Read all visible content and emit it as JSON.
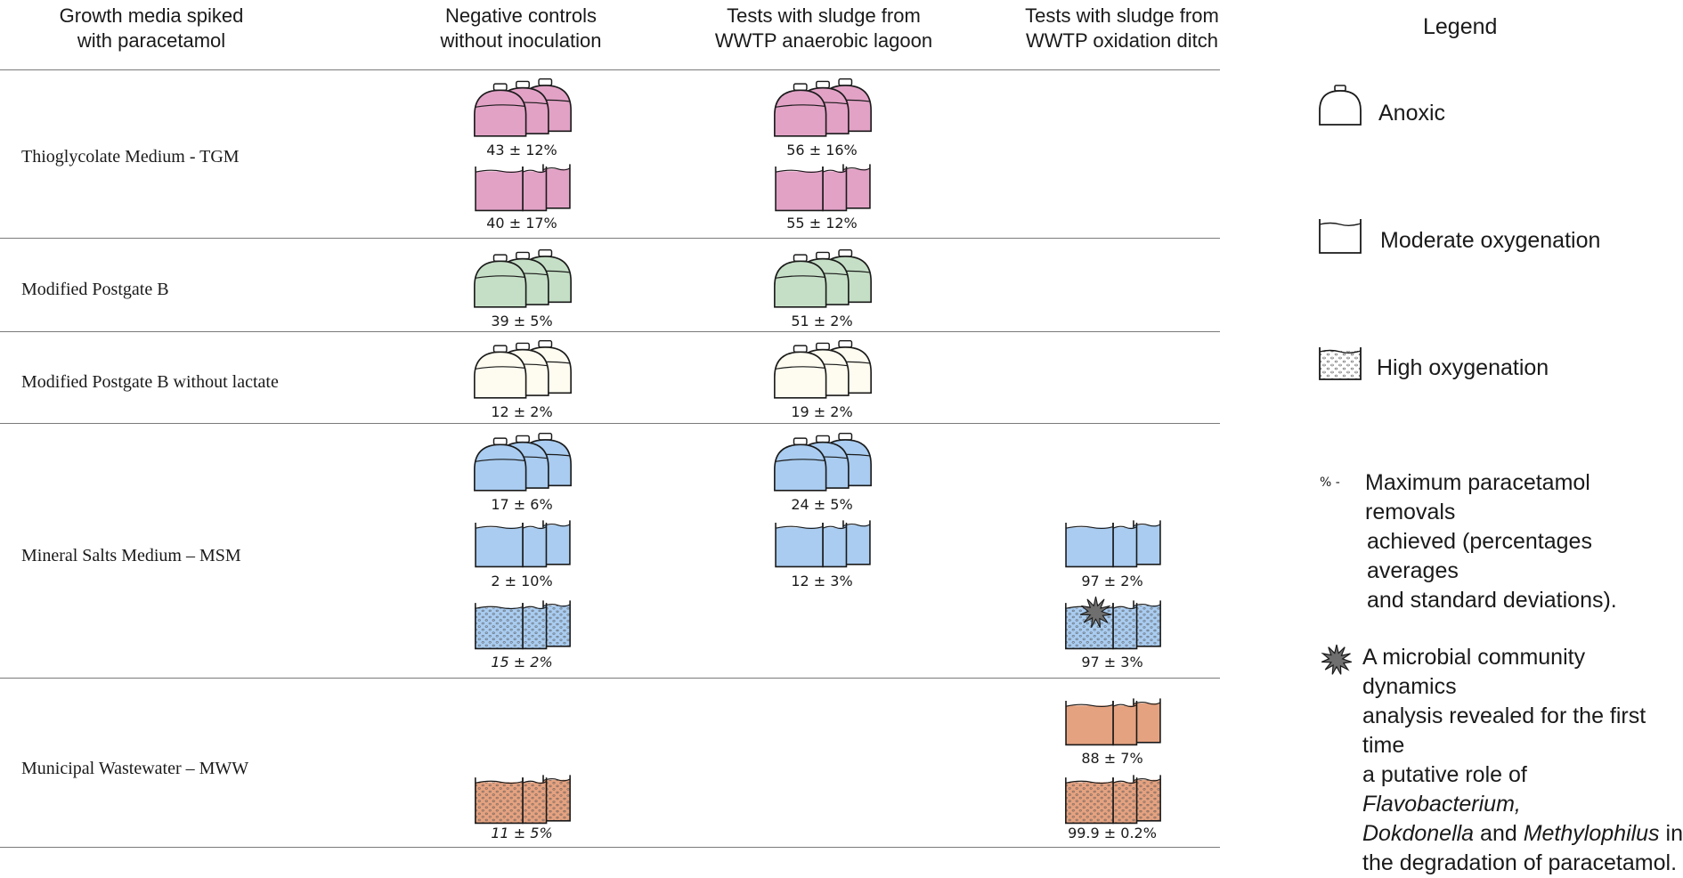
{
  "headers": {
    "media": "Growth media spiked\nwith paracetamol",
    "negative": "Negative controls\nwithout inoculation",
    "lagoon": "Tests with sludge from\nWWTP anaerobic lagoon",
    "ditch": "Tests with sludge from\nWWTP oxidation ditch",
    "legend": "Legend"
  },
  "rows": {
    "tgm": "Thioglycolate Medium -  TGM",
    "pgb": "Modified Postgate B",
    "pgb_nolac": "Modified Postgate B without lactate",
    "msm": "Mineral Salts Medium – MSM",
    "mww": "Municipal Wastewater – MWW"
  },
  "results": {
    "tgm_neg_anoxic": "43 ± 12%",
    "tgm_neg_moderate": "40 ± 17%",
    "tgm_lag_anoxic": "56 ± 16%",
    "tgm_lag_moderate": "55 ± 12%",
    "pgb_neg_anoxic": "39 ± 5%",
    "pgb_lag_anoxic": "51 ± 2%",
    "pgbnl_neg_anoxic": "12 ± 2%",
    "pgbnl_lag_anoxic": "19 ± 2%",
    "msm_neg_anoxic": "17 ± 6%",
    "msm_neg_moderate": "2 ± 10%",
    "msm_neg_high": "15 ± 2%",
    "msm_lag_anoxic": "24 ± 5%",
    "msm_lag_moderate": "12 ± 3%",
    "msm_ditch_moderate": "97 ± 2%",
    "msm_ditch_high": "97 ± 3%",
    "mww_neg_high": "11 ± 5%",
    "mww_ditch_moderate": "88 ± 7%",
    "mww_ditch_high": "99.9 ± 0.2%"
  },
  "legend": {
    "anoxic": "Anoxic",
    "moderate": "Moderate oxygenation",
    "high": "High oxygenation",
    "pct_symbol": "% -",
    "pct_desc_1": "Maximum paracetamol removals",
    "pct_desc_2": "achieved (percentages averages",
    "pct_desc_3": "and standard deviations).",
    "micro_1": "A microbial community dynamics",
    "micro_2": "analysis revealed for the first time",
    "micro_3_pre": "a putative role of ",
    "micro_3_it": "Flavobacterium,",
    "micro_4_it1": "Dokdonella",
    "micro_4_mid": " and ",
    "micro_4_it2": "Methylophilus",
    "micro_4_post": " in",
    "micro_5": "the degradation of paracetamol."
  },
  "colors": {
    "tgm": "#e2a2c6",
    "pgb": "#c5dfc6",
    "pgb_nolac": "#fefcf0",
    "msm": "#a9ccf0",
    "mww": "#e5a280",
    "star": "#6f6f6f",
    "outline": "#1a1a1a"
  }
}
